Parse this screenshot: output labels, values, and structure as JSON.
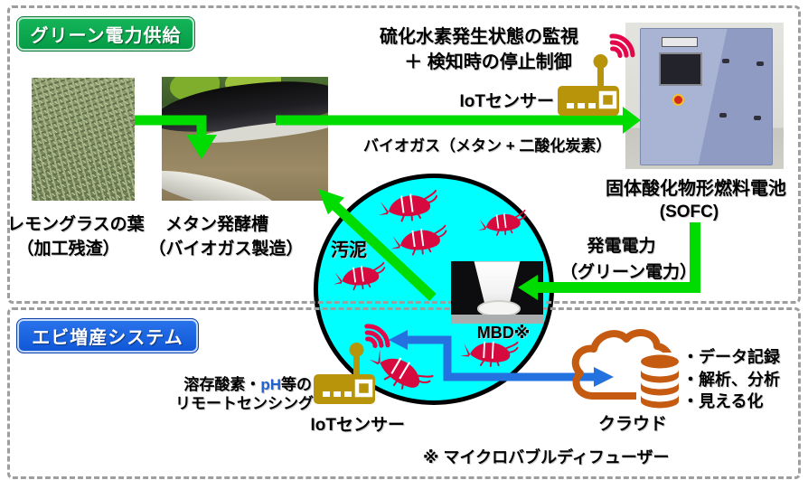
{
  "diagram_title_implicit": "",
  "zones": {
    "green_power": {
      "badge": "グリーン電力供給"
    },
    "shrimp_system": {
      "badge": "エビ増産システム"
    }
  },
  "top": {
    "monitor_line1": "硫化水素発生状態の監視",
    "monitor_line2": "＋ 検知時の停止制御",
    "iot_sensor_label": "IoTセンサー",
    "biogas_label": "バイオガス（メタン + 二酸化炭素）",
    "sofc_label": "固体酸化物形燃料電池",
    "sofc_abbr": "(SOFC)",
    "lemongrass_caption1": "レモングラスの葉",
    "lemongrass_caption2": "（加工残渣）",
    "digester_caption1": "メタン発酵槽",
    "digester_caption2": "（バイオガス製造）",
    "power_line1": "発電電力",
    "power_line2": "（グリーン電力）"
  },
  "pond": {
    "sludge_label": "汚泥",
    "mbd_label": "MBD※",
    "shrimp_count": 6
  },
  "bottom": {
    "sensing_pre": "溶存酸素・",
    "sensing_ph": "pH",
    "sensing_post": "等の",
    "sensing_line2": "リモートセンシング",
    "iot_sensor_label": "IoTセンサー",
    "cloud_label": "クラウド",
    "bullets": [
      "・データ記録",
      "・解析、分析",
      "・見える化"
    ],
    "footnote": "※ マイクロバブルディフューザー"
  },
  "icons": {
    "iot_sensor": "gold router with antenna",
    "wifi": "red signal arcs",
    "cloud": "orange cloud outline",
    "database": "orange cylinder stack",
    "shrimp": "red shrimp clip-art"
  },
  "colors": {
    "badge_green": "#0aa84e",
    "badge_blue": "#1560df",
    "arrow_green": "#00dc00",
    "arrow_blue": "#2372e0",
    "pond_cyan": "#00ffff",
    "shrimp_red": "#d60a3e",
    "icon_gold": "#b8940a",
    "wifi_red": "#e4064a",
    "cloud_orange": "#c55a11",
    "dashed_border": "#9e9e9e",
    "ph_blue": "#1f62d0"
  }
}
